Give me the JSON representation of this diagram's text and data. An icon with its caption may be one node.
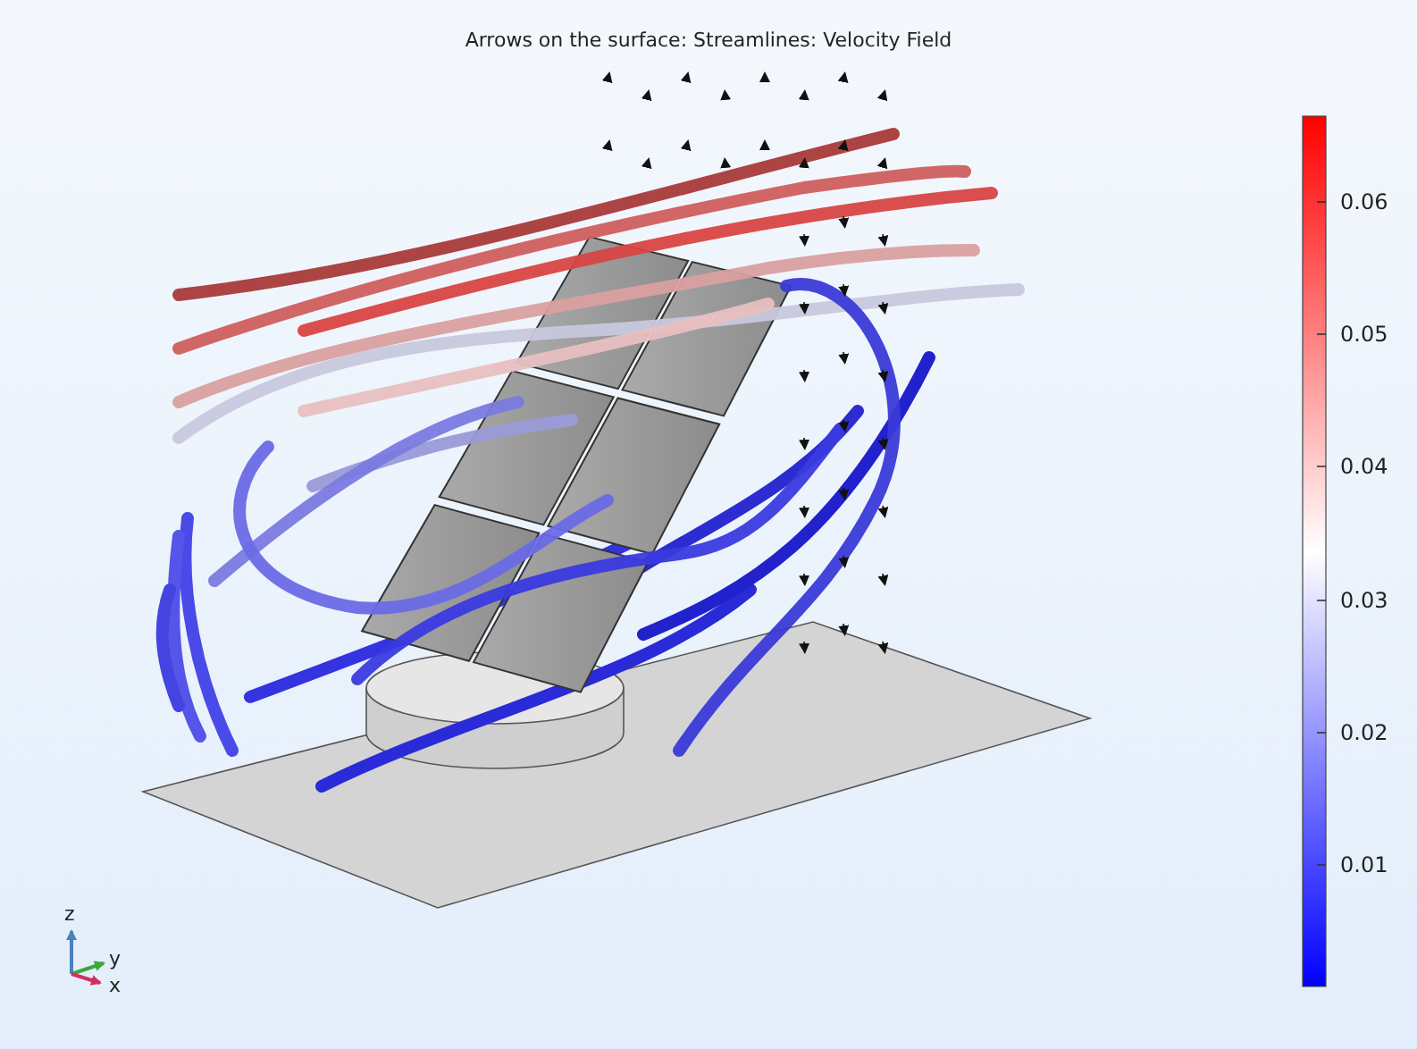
{
  "diagram": {
    "title": "Arrows on the surface: Streamlines: Velocity Field",
    "labels": [
      "0.06",
      "0.05",
      "0.04",
      "0.03",
      "0.02",
      "0.01",
      "z",
      "y",
      "x"
    ]
  }
}
